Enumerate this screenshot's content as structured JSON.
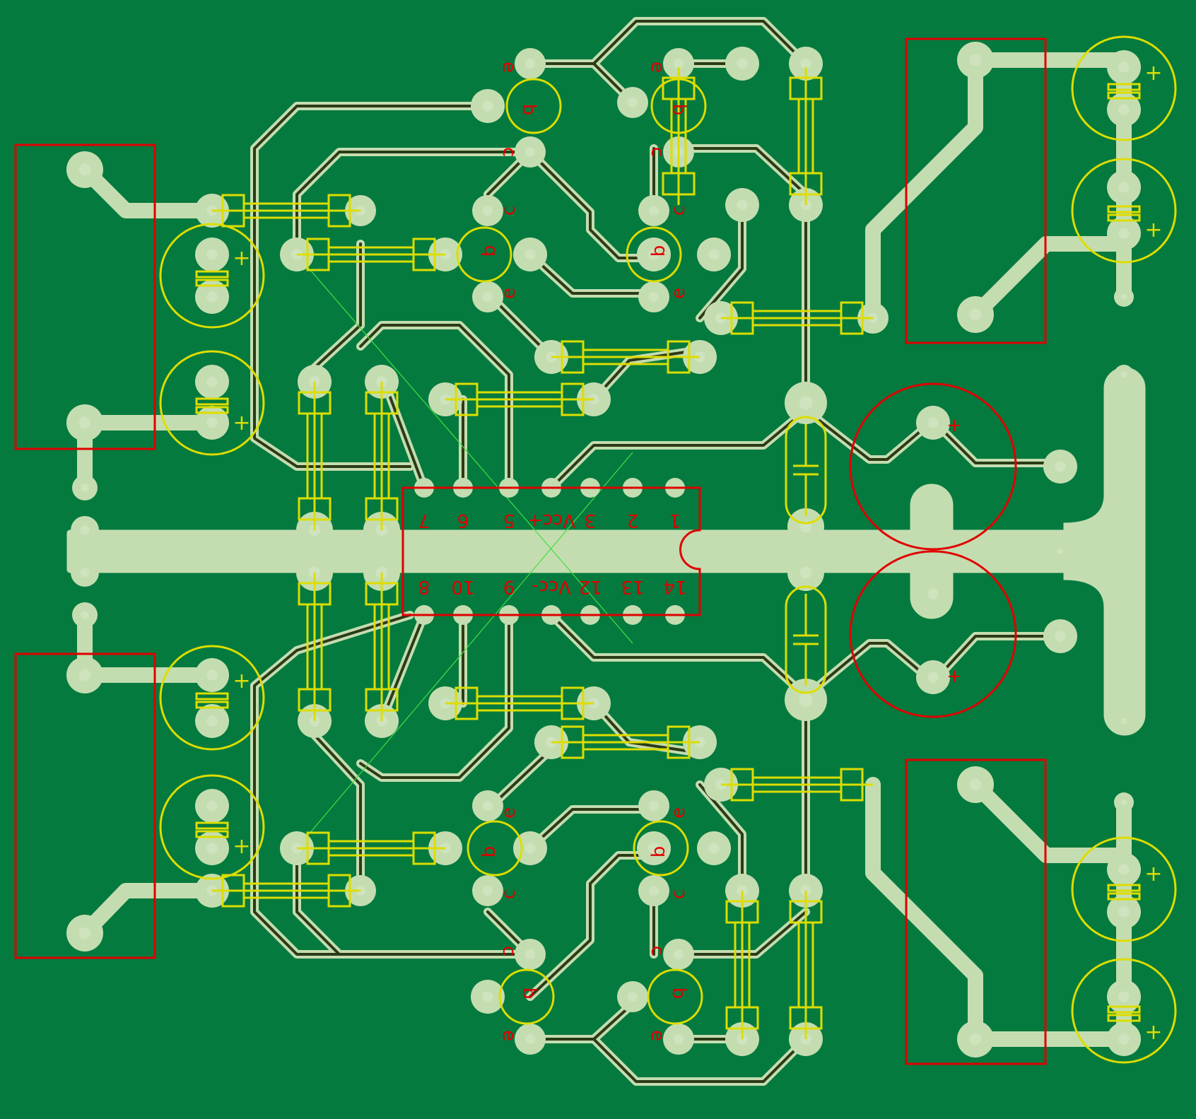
{
  "colors": {
    "board": "#047a3f",
    "copper": "#c4ddb0",
    "trace_core": "#2c3b17",
    "silk_yellow": "#dddd00",
    "outline_red": "#e00000",
    "ratsnest": "#40e040"
  },
  "ic": {
    "top_pins": [
      "7",
      "6",
      "5",
      "Vcc+",
      "3",
      "2",
      "1"
    ],
    "bottom_pins": [
      "8",
      "10",
      "9",
      "Vcc-",
      "12",
      "13",
      "14"
    ]
  },
  "transistor_pin_letters": {
    "emitter": "e",
    "base": "b",
    "collector": "c"
  },
  "polarity_mark": "+"
}
